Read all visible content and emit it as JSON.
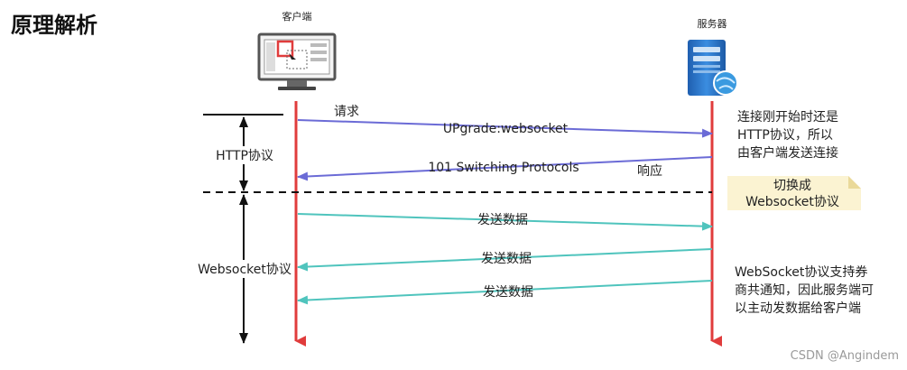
{
  "title": "原理解析",
  "client_label": "客户端",
  "server_label": "服务器",
  "phases": {
    "http": "HTTP协议",
    "websocket": "Websocket协议"
  },
  "messages": {
    "request_label": "请求",
    "upgrade": "UPgrade:websocket",
    "switching": "101 Switching Protocols",
    "response_label": "响应",
    "send1": "发送数据",
    "send2": "发送数据",
    "send3": "发送数据"
  },
  "notes": {
    "http_note": [
      "连接刚开始时还是",
      "HTTP协议，所以",
      "由客户端发送连接"
    ],
    "switch_note": [
      "切换成",
      "Websocket协议"
    ],
    "ws_note": [
      "WebSocket协议支持券",
      "商共通知，因此服务端可",
      "以主动发数据给客户端"
    ]
  },
  "watermark": "CSDN @Angindem",
  "colors": {
    "lifeline": "#e03c3c",
    "http_arrow": "#6b6bd6",
    "ws_arrow": "#4fc4bd",
    "note_bg": "#fbf3d2",
    "server_blue": "#2f7ed8"
  },
  "icons": {
    "client": "monitor-icon",
    "server": "server-icon"
  }
}
